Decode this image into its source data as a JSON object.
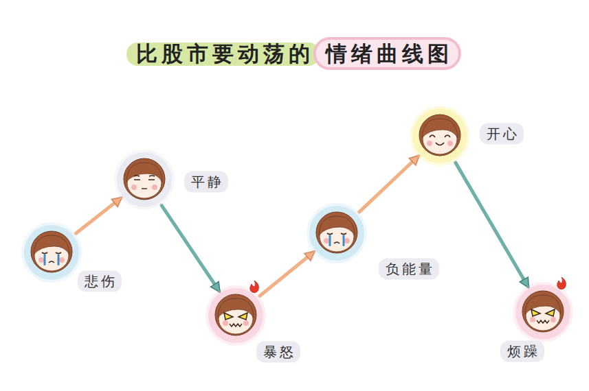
{
  "diagram": {
    "title": "比股市要动荡的 情绪曲线图",
    "nodes": [
      {
        "text": [
          "悲伤"
        ]
      },
      {
        "text": [
          "平静"
        ]
      },
      {
        "text": [
          "暴怒"
        ]
      },
      {
        "text": [
          "负能量"
        ]
      },
      {
        "text": [
          "开心"
        ]
      },
      {
        "text": [
          "烦躁"
        ]
      }
    ],
    "edges": [
      {
        "from": 0,
        "to": 1,
        "arrow": "to"
      },
      {
        "from": 1,
        "to": 2,
        "arrow": "to"
      },
      {
        "from": 2,
        "to": 3,
        "arrow": "to"
      },
      {
        "from": 3,
        "to": 4,
        "arrow": "to"
      },
      {
        "from": 4,
        "to": 5,
        "arrow": "to"
      }
    ]
  }
}
